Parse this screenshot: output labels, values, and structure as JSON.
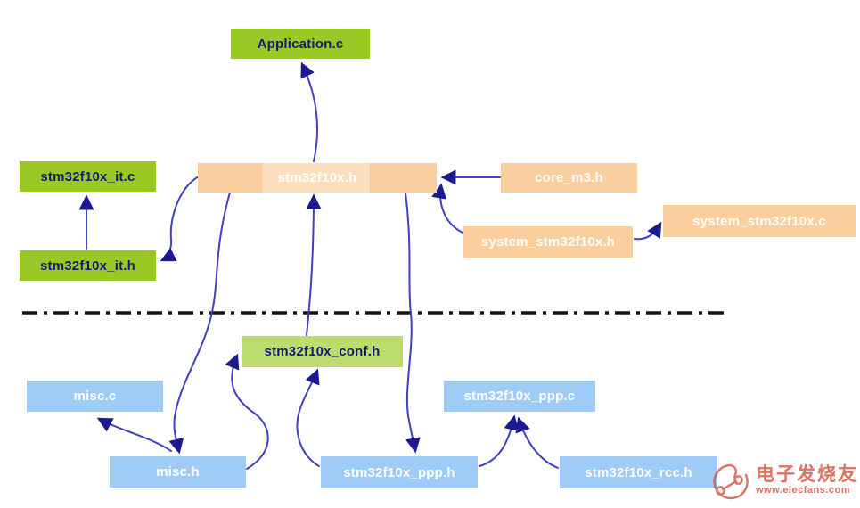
{
  "diagram": {
    "nodes": {
      "application_c": {
        "label": "Application.c",
        "group": "user-file"
      },
      "stm32f10x_it_c": {
        "label": "stm32f10x_it.c",
        "group": "user-file"
      },
      "stm32f10x_it_h": {
        "label": "stm32f10x_it.h",
        "group": "user-file"
      },
      "stm32f10x_h": {
        "label": "stm32f10x.h",
        "group": "cmsis-file"
      },
      "core_m3_h": {
        "label": "core_m3.h",
        "group": "cmsis-file"
      },
      "system_stm32f10x_h": {
        "label": "system_stm32f10x.h",
        "group": "cmsis-file"
      },
      "system_stm32f10x_c": {
        "label": "system_stm32f10x.c",
        "group": "cmsis-file"
      },
      "stm32f10x_conf_h": {
        "label": "stm32f10x_conf.h",
        "group": "config-file"
      },
      "misc_c": {
        "label": "misc.c",
        "group": "driver-file"
      },
      "misc_h": {
        "label": "misc.h",
        "group": "driver-file"
      },
      "stm32f10x_ppp_c": {
        "label": "stm32f10x_ppp.c",
        "group": "driver-file"
      },
      "stm32f10x_ppp_h": {
        "label": "stm32f10x_ppp.h",
        "group": "driver-file"
      },
      "stm32f10x_rcc_h": {
        "label": "stm32f10x_rcc.h",
        "group": "driver-file"
      }
    },
    "edges": [
      {
        "from": "stm32f10x_h",
        "to": "application_c"
      },
      {
        "from": "stm32f10x_it_h",
        "to": "stm32f10x_it_c"
      },
      {
        "from": "stm32f10x_h",
        "to": "stm32f10x_it_h"
      },
      {
        "from": "core_m3_h",
        "to": "stm32f10x_h"
      },
      {
        "from": "system_stm32f10x_h",
        "to": "stm32f10x_h"
      },
      {
        "from": "system_stm32f10x_h",
        "to": "system_stm32f10x_c"
      },
      {
        "from": "stm32f10x_h",
        "to": "misc_h"
      },
      {
        "from": "misc_h",
        "to": "misc_c"
      },
      {
        "from": "stm32f10x_conf_h",
        "to": "stm32f10x_h"
      },
      {
        "from": "misc_h",
        "to": "stm32f10x_conf_h"
      },
      {
        "from": "stm32f10x_h",
        "to": "stm32f10x_ppp_h"
      },
      {
        "from": "stm32f10x_ppp_h",
        "to": "stm32f10x_conf_h"
      },
      {
        "from": "stm32f10x_ppp_h",
        "to": "stm32f10x_ppp_c"
      },
      {
        "from": "stm32f10x_rcc_h",
        "to": "stm32f10x_ppp_c"
      }
    ],
    "separator_line_style": "dash-dot"
  },
  "colors": {
    "green": "#9ac926",
    "lightgreen": "#bcdc6e",
    "orange": "#fbce9e",
    "orange-light": "#fcdfbd",
    "blue": "#9fcbf7",
    "navy": "#191975",
    "arrow-line": "#4040c0",
    "arrow-head": "#1b1b8f",
    "separator": "#141414",
    "watermark": "#d6503c"
  },
  "watermark": {
    "brand": "电子发烧友",
    "url": "www.elecfans.com"
  }
}
